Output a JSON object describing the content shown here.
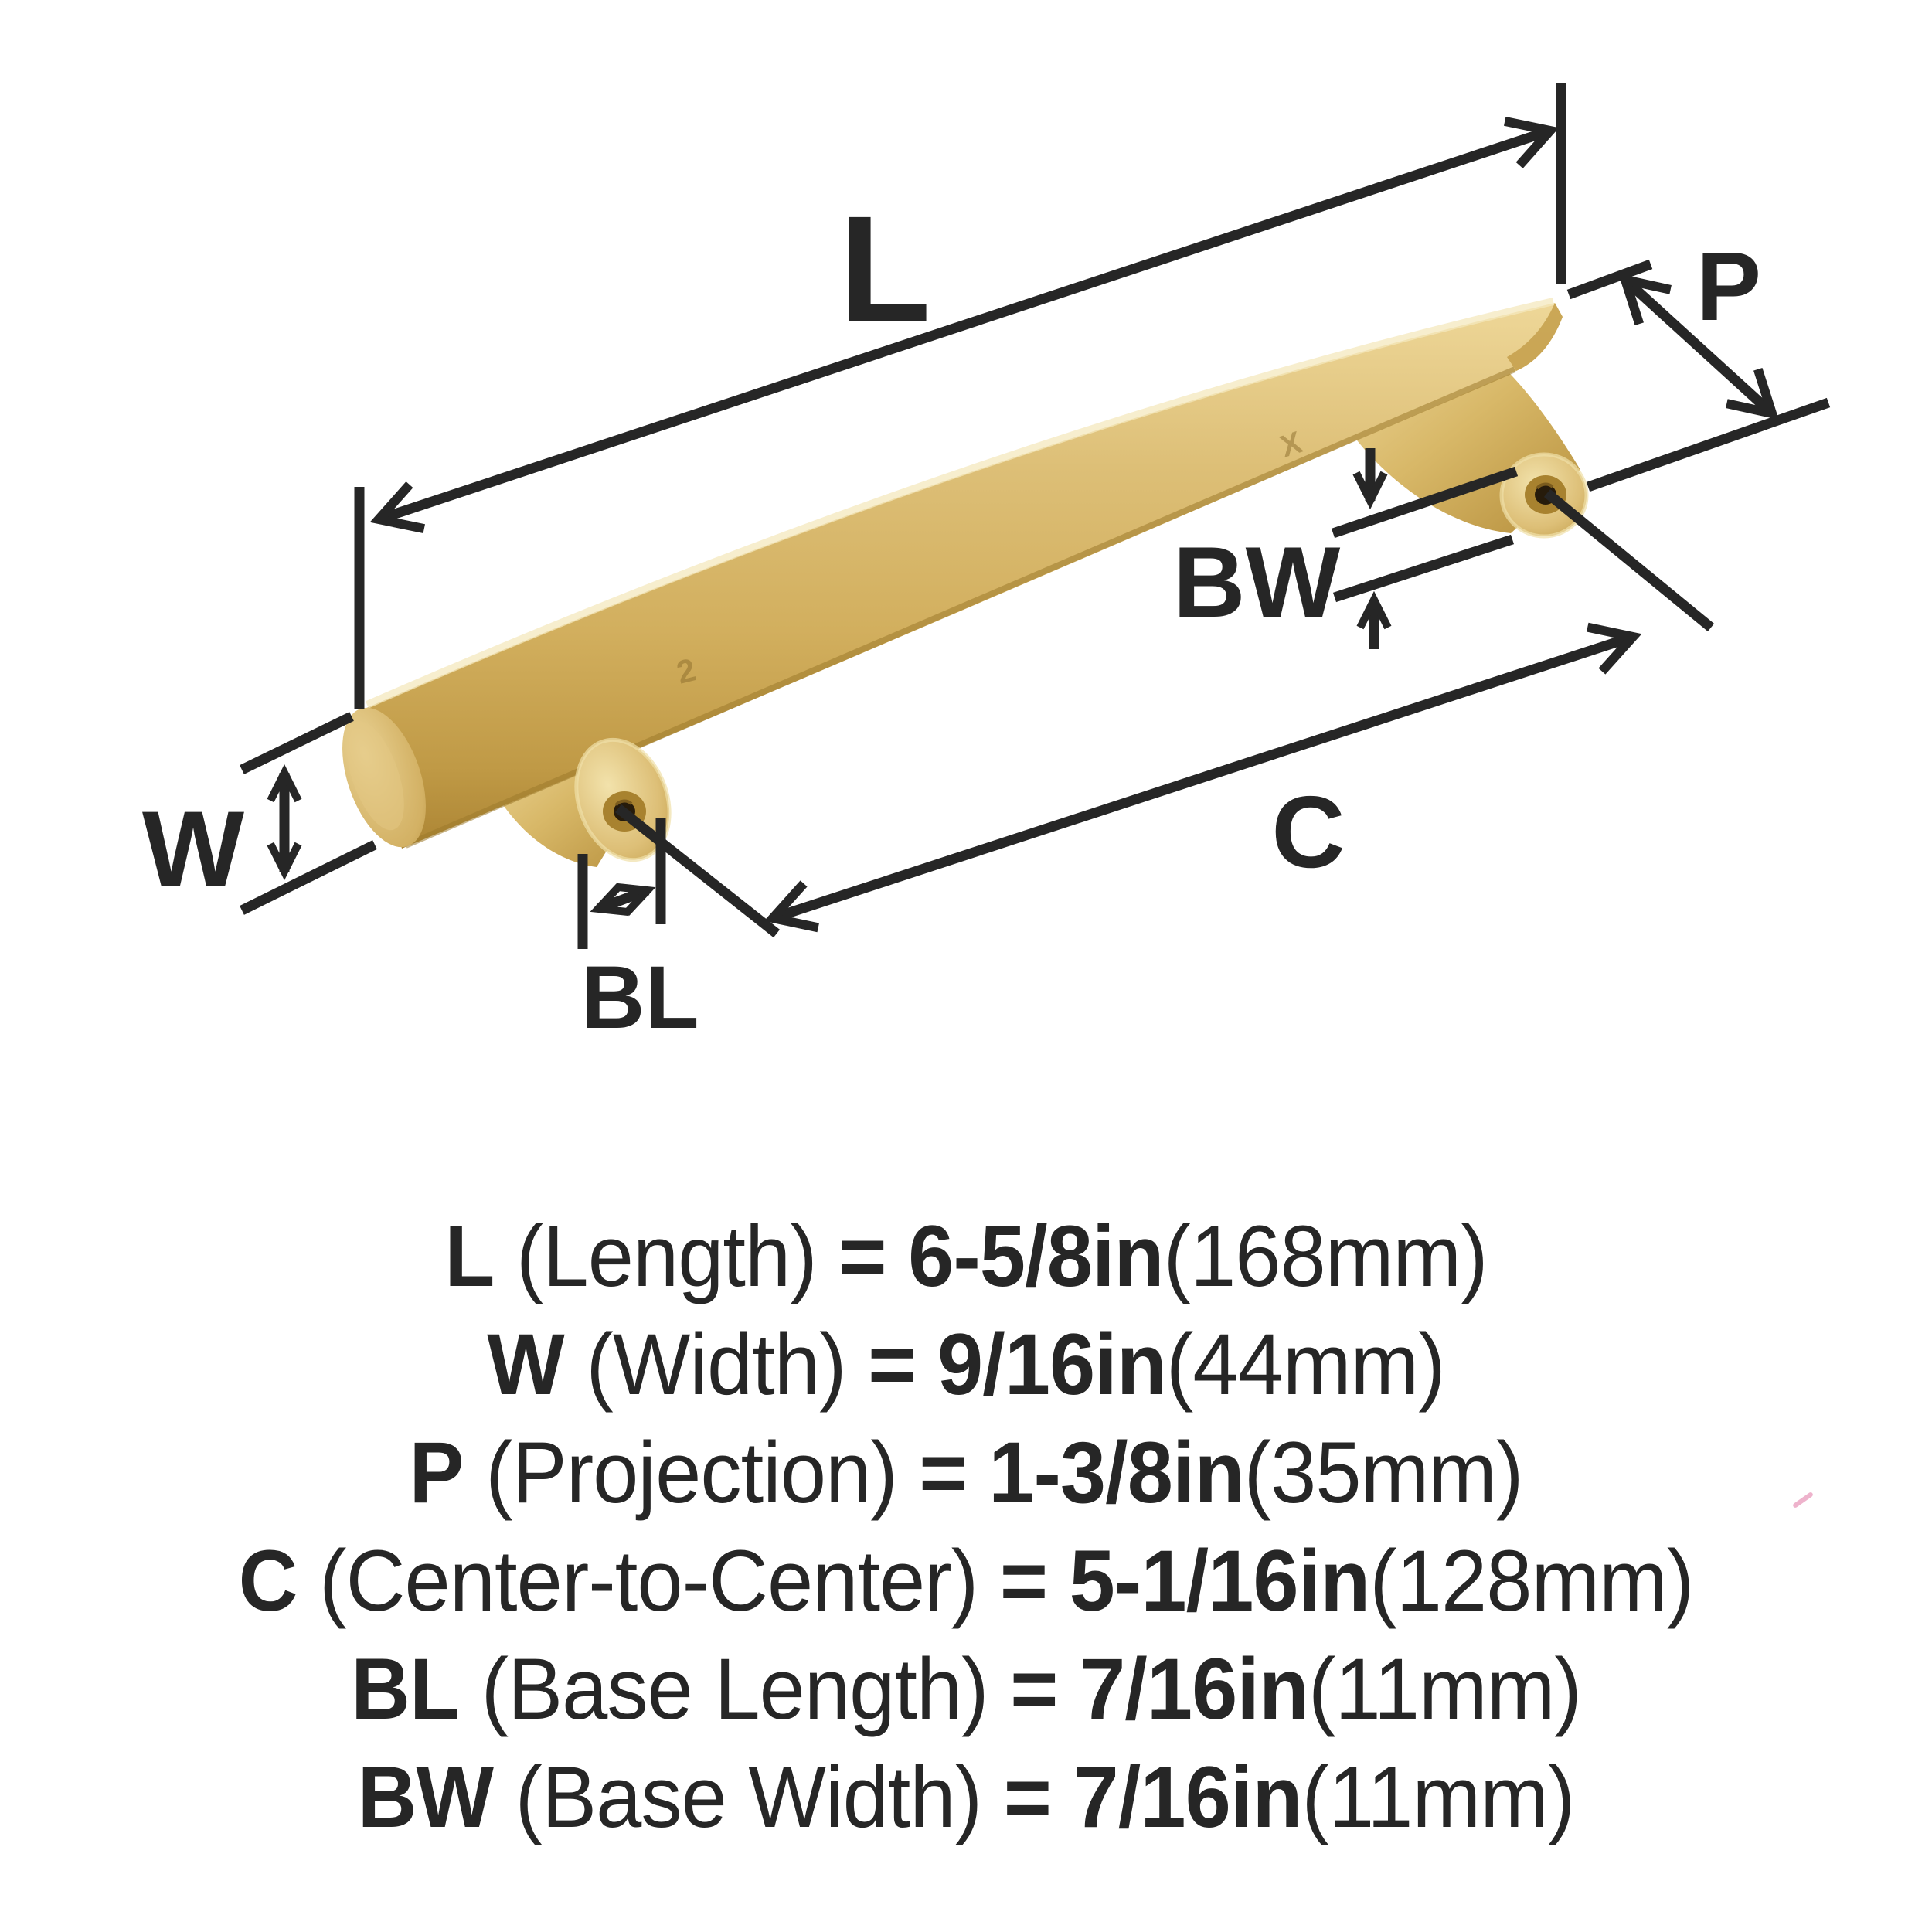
{
  "page": {
    "background": "#ffffff"
  },
  "diagram": {
    "handle": {
      "type": "curved-bar-cabinet-pull",
      "finish_color_main": "#d8b868",
      "stamp_left": "2",
      "stamp_right": "X"
    },
    "labels": {
      "L": "L",
      "W": "W",
      "P": "P",
      "C": "C",
      "BL": "BL",
      "BW": "BW"
    },
    "line_color": "#262626",
    "artifact_color": "#eba6c3"
  },
  "specs": {
    "rows": [
      {
        "sym": "L",
        "desc": "(Length)",
        "eq": "=",
        "val": "6-5/8in",
        "mm": "(168mm)"
      },
      {
        "sym": "W",
        "desc": "(Width)",
        "eq": "=",
        "val": "9/16in",
        "mm": "(44mm)"
      },
      {
        "sym": "P",
        "desc": "(Projection)",
        "eq": "=",
        "val": "1-3/8in",
        "mm": "(35mm)"
      },
      {
        "sym": "C",
        "desc": "(Center-to-Center)",
        "eq": "=",
        "val": "5-1/16in",
        "mm": "(128mm)"
      },
      {
        "sym": "BL",
        "desc": "(Base Length)",
        "eq": "=",
        "val": "7/16in",
        "mm": "(11mm)"
      },
      {
        "sym": "BW",
        "desc": "(Base Width)",
        "eq": "=",
        "val": "7/16in",
        "mm": "(11mm)"
      }
    ]
  }
}
